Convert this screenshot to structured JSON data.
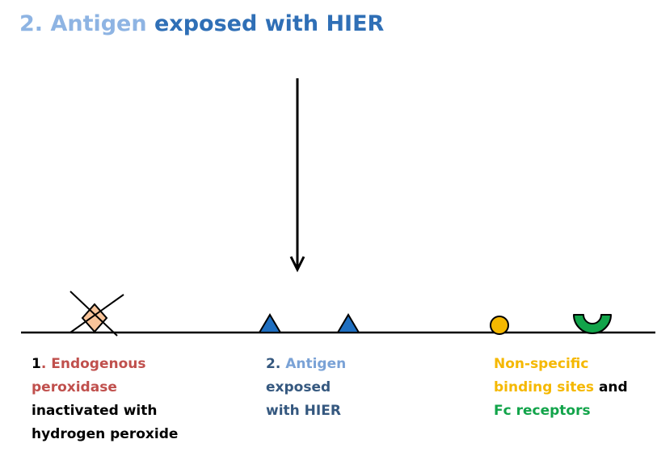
{
  "title": {
    "number": "2.",
    "word1": "Antigen",
    "rest": "exposed with HIER"
  },
  "labels": {
    "step1": {
      "number": "1",
      "dot": ".",
      "red_line1": "Endogenous",
      "red_line2": "peroxidase",
      "black_line3": "inactivated with",
      "black_line4": "hydrogen peroxide"
    },
    "step2": {
      "number": "2.",
      "word": "Antigen",
      "line2": "exposed",
      "line3": "with HIER"
    },
    "step3": {
      "orange_line1": "Non-specific",
      "orange_line2": "binding sites",
      "and": "and",
      "green_line3": "Fc receptors"
    }
  },
  "colors": {
    "title_light": "#8eb4e3",
    "title_dark": "#2f6fb6",
    "peroxidase_fill": "#f8c49a",
    "antigen_fill": "#1f6fc0",
    "nonspecific_fill": "#f5b800",
    "fc_receptor_fill": "#12a44a"
  }
}
